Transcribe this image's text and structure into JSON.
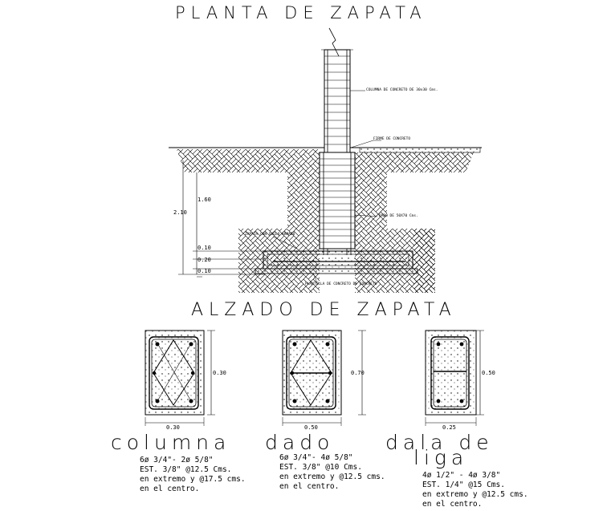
{
  "titles": {
    "plan": "PLANTA DE ZAPATA",
    "elevation": "ALZADO DE ZAPATA"
  },
  "callouts": {
    "column": "COLUMNA DE CONCRETO DE 30x30 Cms.",
    "slab": "FIRME DE CONCRETO",
    "pedestal": "DADO DE 50X70 Cms.",
    "footing": "ZAPATA CON SUELO ARMADO",
    "lean": "PLANTILLA DE CONCRETO DE CONCRETO"
  },
  "dimensions": {
    "total_depth": "2.10",
    "pedestal_depth": "1.60",
    "d1": "0.10",
    "d2": "0.20",
    "d3": "0.10"
  },
  "sections": [
    {
      "name": "columna",
      "height": "0.30",
      "width": "0.30",
      "spec": [
        "6ø 3/4\"- 2ø 5/8\"",
        "EST. 3/8\" @12.5 Cms.",
        "en extremo y @17.5 cms.",
        "en el centro."
      ]
    },
    {
      "name": "dado",
      "height": "0.70",
      "width": "0.50",
      "spec": [
        "6ø 3/4\"- 4ø 5/8\"",
        "EST. 3/8\" @10 Cms.",
        "en extremo y @12.5 cms.",
        "en el centro."
      ]
    },
    {
      "name": "dala de liga",
      "name_line1": "dala de",
      "name_line2": "liga",
      "height": "0.50",
      "width": "0.25",
      "spec": [
        "4ø 1/2\" - 4ø 3/8\"",
        "EST. 1/4\" @15 Cms.",
        "en extremo y @12.5 cms.",
        "en el centro."
      ]
    }
  ]
}
